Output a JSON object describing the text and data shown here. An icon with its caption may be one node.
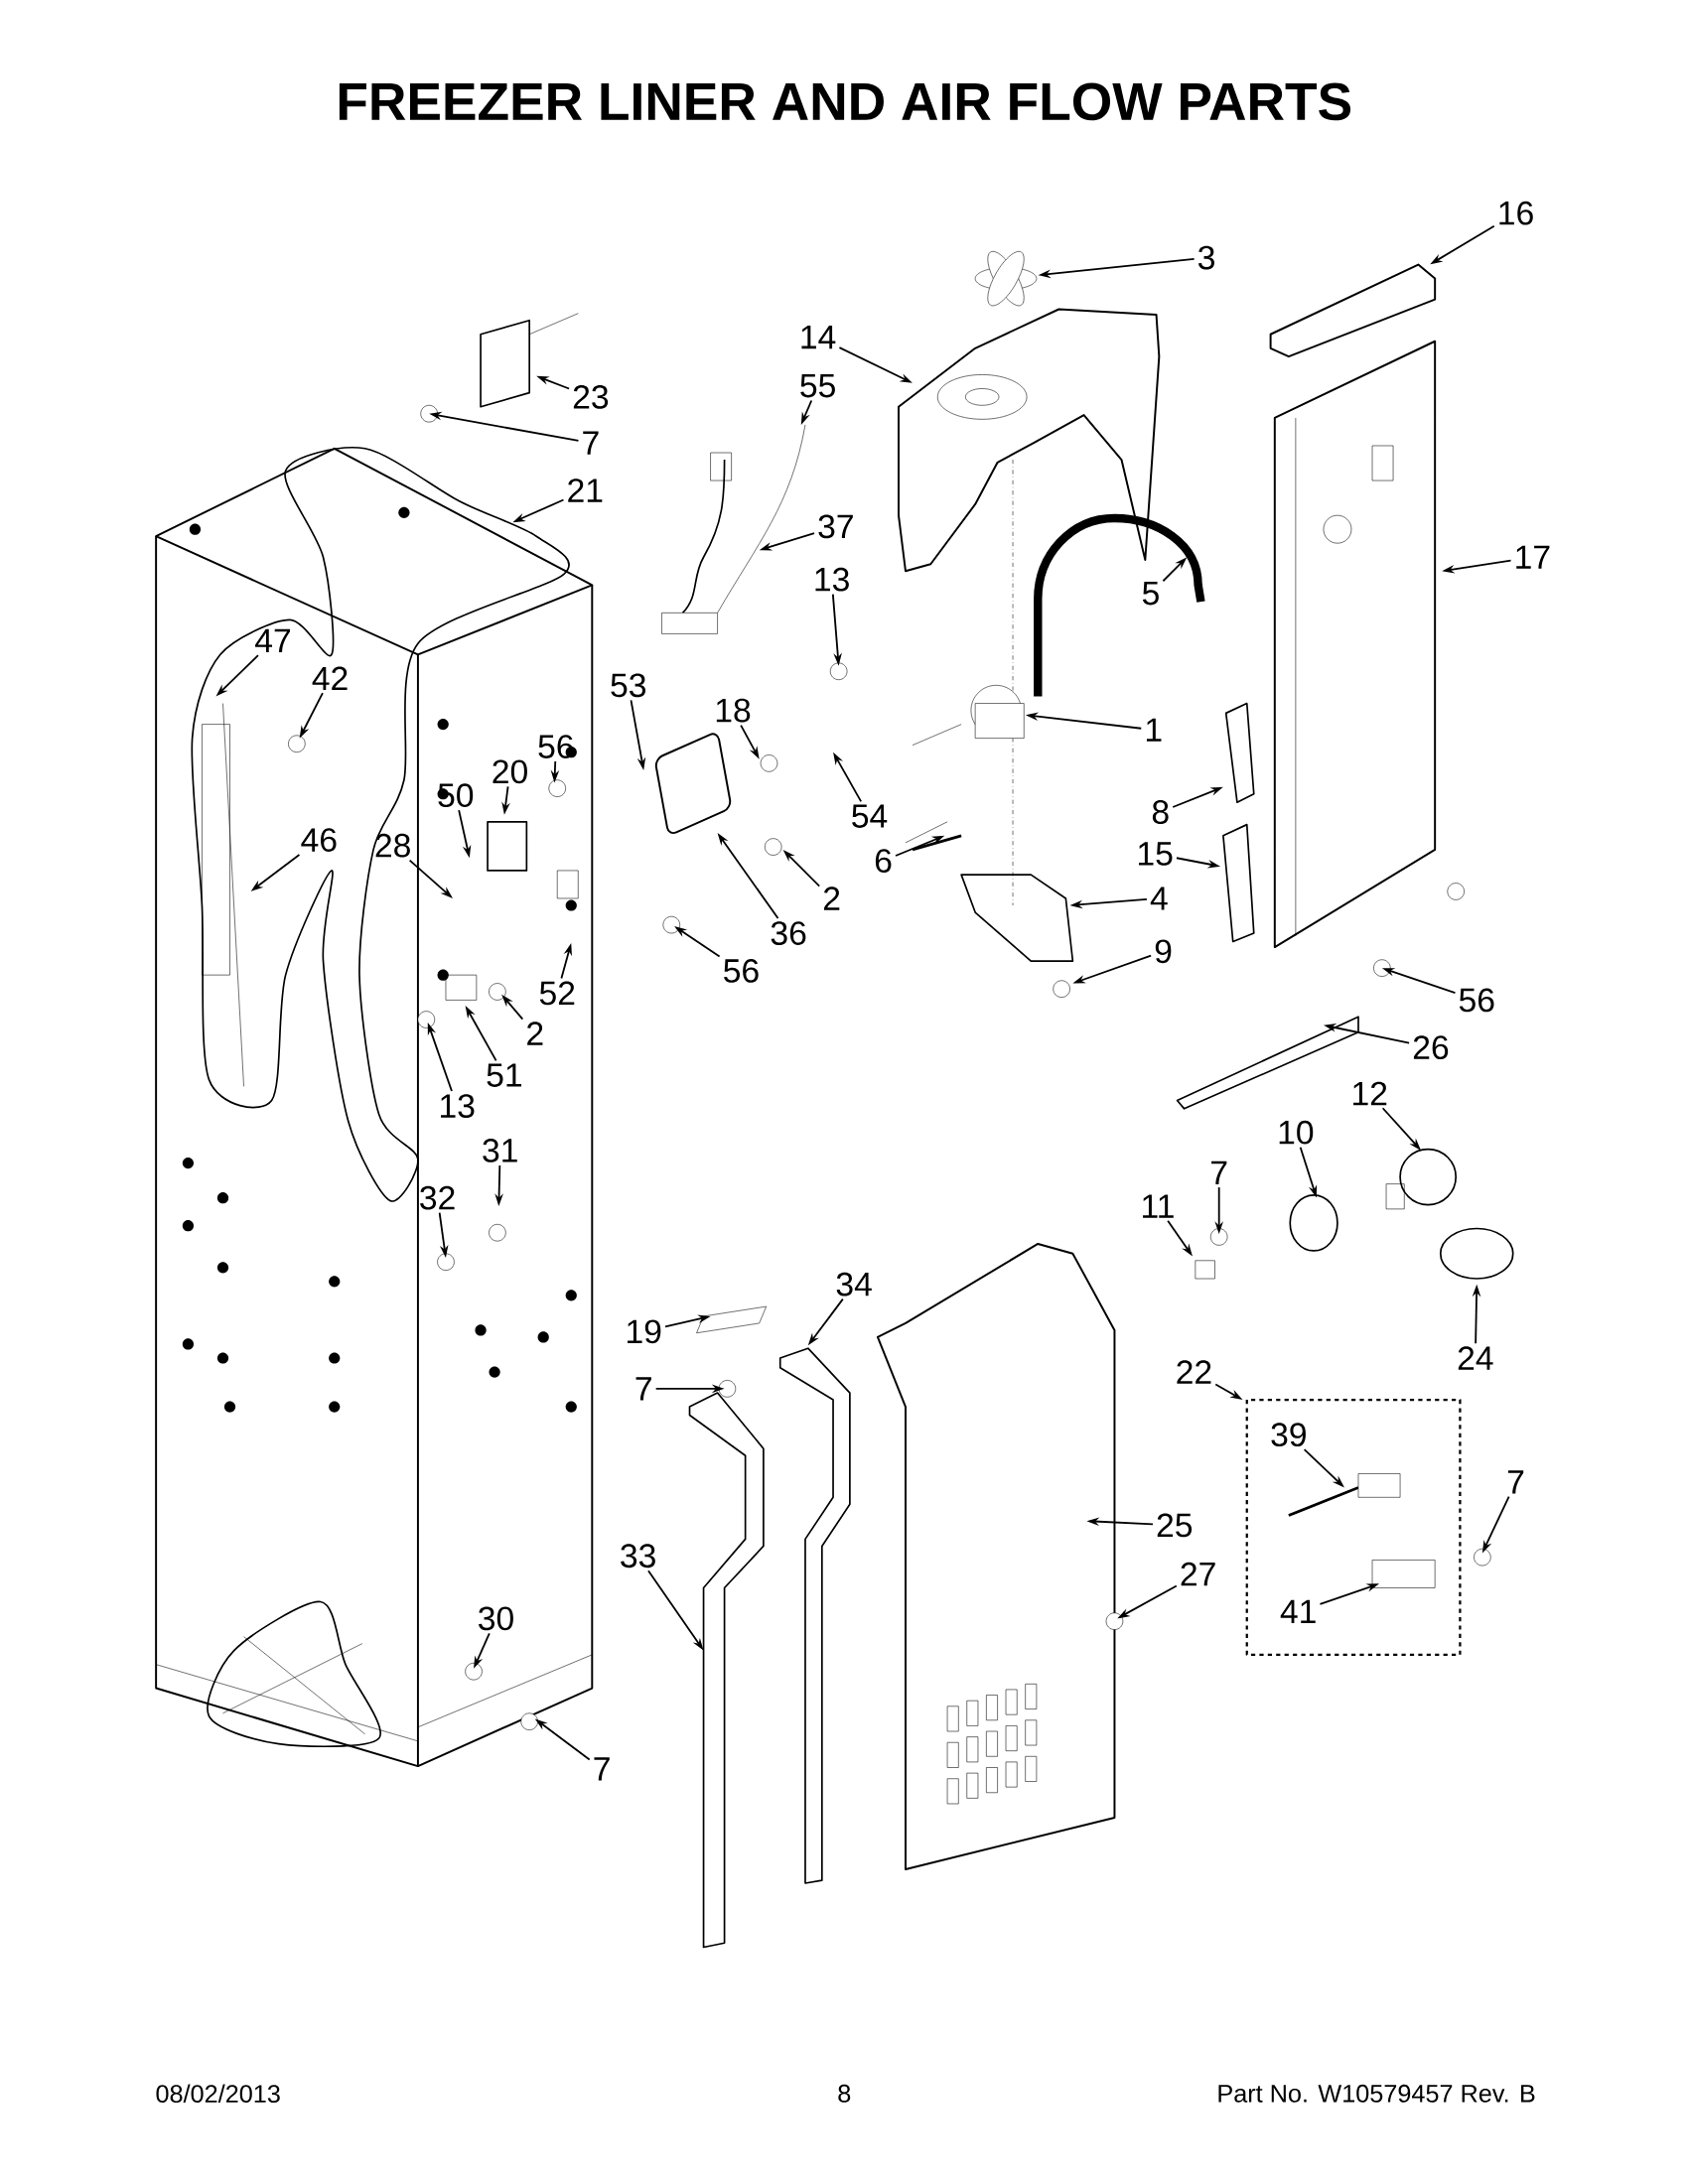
{
  "diagram": {
    "title": "FREEZER LINER AND AIR FLOW PARTS",
    "nodes": [
      {
        "text": [
          "16"
        ]
      },
      {
        "text": [
          "3"
        ]
      },
      {
        "text": [
          "14"
        ]
      },
      {
        "text": [
          "55"
        ]
      },
      {
        "text": [
          "23"
        ]
      },
      {
        "text": [
          "7"
        ]
      },
      {
        "text": [
          "21"
        ]
      },
      {
        "text": [
          "37"
        ]
      },
      {
        "text": [
          "17"
        ]
      },
      {
        "text": [
          "5"
        ]
      },
      {
        "text": [
          "13"
        ]
      },
      {
        "text": [
          "47"
        ]
      },
      {
        "text": [
          "42"
        ]
      },
      {
        "text": [
          "53"
        ]
      },
      {
        "text": [
          "18"
        ]
      },
      {
        "text": [
          "56"
        ]
      },
      {
        "text": [
          "20"
        ]
      },
      {
        "text": [
          "1"
        ]
      },
      {
        "text": [
          "54"
        ]
      },
      {
        "text": [
          "8"
        ]
      },
      {
        "text": [
          "50"
        ]
      },
      {
        "text": [
          "46"
        ]
      },
      {
        "text": [
          "28"
        ]
      },
      {
        "text": [
          "2"
        ]
      },
      {
        "text": [
          "6"
        ]
      },
      {
        "text": [
          "15"
        ]
      },
      {
        "text": [
          "4"
        ]
      },
      {
        "text": [
          "36"
        ]
      },
      {
        "text": [
          "56"
        ]
      },
      {
        "text": [
          "52"
        ]
      },
      {
        "text": [
          "9"
        ]
      },
      {
        "text": [
          "56"
        ]
      },
      {
        "text": [
          "2"
        ]
      },
      {
        "text": [
          "51"
        ]
      },
      {
        "text": [
          "13"
        ]
      },
      {
        "text": [
          "26"
        ]
      },
      {
        "text": [
          "12"
        ]
      },
      {
        "text": [
          "10"
        ]
      },
      {
        "text": [
          "7"
        ]
      },
      {
        "text": [
          "31"
        ]
      },
      {
        "text": [
          "11"
        ]
      },
      {
        "text": [
          "32"
        ]
      },
      {
        "text": [
          "34"
        ]
      },
      {
        "text": [
          "19"
        ]
      },
      {
        "text": [
          "24"
        ]
      },
      {
        "text": [
          "22"
        ]
      },
      {
        "text": [
          "7"
        ]
      },
      {
        "text": [
          "39"
        ]
      },
      {
        "text": [
          "7"
        ]
      },
      {
        "text": [
          "25"
        ]
      },
      {
        "text": [
          "33"
        ]
      },
      {
        "text": [
          "27"
        ]
      },
      {
        "text": [
          "30"
        ]
      },
      {
        "text": [
          "41"
        ]
      },
      {
        "text": [
          "7"
        ]
      },
      {
        "text": [],
        "shape": "picture"
      },
      {
        "text": [],
        "shape": "picture"
      },
      {
        "text": [],
        "shape": "picture"
      }
    ],
    "edges": [
      {
        "from": 0,
        "to": 55,
        "arrow": "to"
      },
      {
        "from": 1,
        "to": 56,
        "arrow": "to"
      },
      {
        "from": 2,
        "to": null,
        "arrow": "to"
      },
      {
        "from": 3,
        "to": null,
        "arrow": "to"
      },
      {
        "from": 4,
        "to": null,
        "arrow": "to"
      },
      {
        "from": 5,
        "to": null,
        "arrow": "to"
      },
      {
        "from": 6,
        "to": null,
        "arrow": "to"
      },
      {
        "from": 7,
        "to": null,
        "arrow": "to"
      },
      {
        "from": 8,
        "to": null,
        "arrow": "to"
      },
      {
        "from": 9,
        "to": null,
        "arrow": "to"
      },
      {
        "from": 10,
        "to": null,
        "arrow": "to"
      },
      {
        "from": 11,
        "to": null,
        "arrow": "to"
      },
      {
        "from": 12,
        "to": null,
        "arrow": "to"
      },
      {
        "from": 13,
        "to": null,
        "arrow": "to"
      },
      {
        "from": 14,
        "to": null,
        "arrow": "to"
      },
      {
        "from": 15,
        "to": null,
        "arrow": "to"
      },
      {
        "from": 16,
        "to": null,
        "arrow": "to"
      },
      {
        "from": 17,
        "to": 57,
        "arrow": "to"
      },
      {
        "from": 18,
        "to": null,
        "arrow": "to"
      },
      {
        "from": 19,
        "to": null,
        "arrow": "to"
      },
      {
        "from": 20,
        "to": null,
        "arrow": "to"
      },
      {
        "from": 21,
        "to": null,
        "arrow": "to"
      },
      {
        "from": 22,
        "to": null,
        "arrow": "to"
      },
      {
        "from": 23,
        "to": null,
        "arrow": "to"
      },
      {
        "from": 24,
        "to": null,
        "arrow": "to"
      },
      {
        "from": 25,
        "to": null,
        "arrow": "to"
      },
      {
        "from": 26,
        "to": null,
        "arrow": "to"
      },
      {
        "from": 27,
        "to": null,
        "arrow": "to"
      },
      {
        "from": 28,
        "to": null,
        "arrow": "to"
      },
      {
        "from": 29,
        "to": null,
        "arrow": "to"
      },
      {
        "from": 30,
        "to": null,
        "arrow": "to"
      },
      {
        "from": 31,
        "to": null,
        "arrow": "to"
      },
      {
        "from": 32,
        "to": null,
        "arrow": "to"
      },
      {
        "from": 33,
        "to": null,
        "arrow": "to"
      },
      {
        "from": 34,
        "to": null,
        "arrow": "to"
      },
      {
        "from": 35,
        "to": null,
        "arrow": "to"
      },
      {
        "from": 36,
        "to": null,
        "arrow": "to"
      },
      {
        "from": 37,
        "to": null,
        "arrow": "to"
      },
      {
        "from": 38,
        "to": null,
        "arrow": "to"
      },
      {
        "from": 39,
        "to": null,
        "arrow": "to"
      },
      {
        "from": 40,
        "to": null,
        "arrow": "to"
      },
      {
        "from": 41,
        "to": null,
        "arrow": "to"
      },
      {
        "from": 42,
        "to": null,
        "arrow": "to"
      },
      {
        "from": 43,
        "to": null,
        "arrow": "to"
      },
      {
        "from": 44,
        "to": null,
        "arrow": "to"
      },
      {
        "from": 45,
        "to": null,
        "arrow": "to"
      },
      {
        "from": 46,
        "to": null,
        "arrow": "to"
      },
      {
        "from": 47,
        "to": null,
        "arrow": "to"
      },
      {
        "from": 48,
        "to": null,
        "arrow": "to"
      },
      {
        "from": 49,
        "to": null,
        "arrow": "to"
      },
      {
        "from": 50,
        "to": null,
        "arrow": "to"
      },
      {
        "from": 51,
        "to": null,
        "arrow": "to"
      },
      {
        "from": 52,
        "to": null,
        "arrow": "to"
      },
      {
        "from": 53,
        "to": null,
        "arrow": "to"
      },
      {
        "from": 54,
        "to": null,
        "arrow": "to"
      }
    ],
    "labels": [
      "08/02/2013",
      "8",
      "Part No. W10579457  Rev. B"
    ]
  }
}
